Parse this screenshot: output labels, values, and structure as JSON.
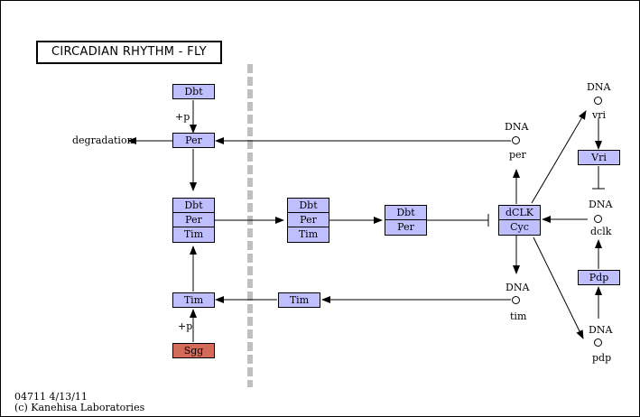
{
  "title": "CIRCADIAN RHYTHM - FLY",
  "genes": {
    "dbt_top": "Dbt",
    "per_top": "Per",
    "complex_left": [
      "Dbt",
      "Per",
      "Tim"
    ],
    "complex_mid": [
      "Dbt",
      "Per",
      "Tim"
    ],
    "complex_right": [
      "Dbt",
      "Per"
    ],
    "dclk_cyc": [
      "dCLK",
      "Cyc"
    ],
    "tim_left": "Tim",
    "tim_mid": "Tim",
    "sgg": "Sgg",
    "vri": "Vri",
    "pdp": "Pdp"
  },
  "labels": {
    "plus_p_top": "+p",
    "plus_p_bottom": "+p",
    "degradation": "degradation",
    "dna_per": "DNA",
    "per": "per",
    "dna_vri": "DNA",
    "vri": "vri",
    "dna_dclk": "DNA",
    "dclk": "dclk",
    "dna_tim": "DNA",
    "tim": "tim",
    "dna_pdp": "DNA",
    "pdp": "pdp"
  },
  "footer": {
    "line1": "04711 4/13/11",
    "line2": "(c) Kanehisa Laboratories"
  },
  "colors": {
    "gene_box": "#bfbfff",
    "highlight_gene": "#d46a5a",
    "membrane": "#bfbfbf"
  }
}
